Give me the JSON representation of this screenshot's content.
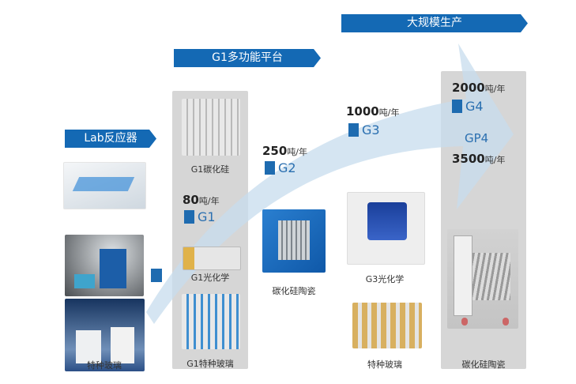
{
  "banners": {
    "lab": "Lab反应器",
    "g1_platform": "G1多功能平台",
    "mass_production": "大规模生产"
  },
  "lab_column": {
    "caption": "特种玻璃"
  },
  "g1_column": {
    "captions": [
      "G1碳化硅",
      "G1光化学",
      "G1特种玻璃"
    ],
    "capacity_value": "80",
    "capacity_unit": "吨/年",
    "generation": "G1"
  },
  "g2_column": {
    "capacity_value": "250",
    "capacity_unit": "吨/年",
    "generation": "G2",
    "caption": "碳化硅陶瓷"
  },
  "g3_column": {
    "capacity_value": "1000",
    "capacity_unit": "吨/年",
    "generation": "G3",
    "captions": [
      "G3光化学",
      "特种玻璃"
    ]
  },
  "g4_column": {
    "capacity_value": "2000",
    "capacity_unit": "吨/年",
    "generation": "G4",
    "generation2": "GP4",
    "capacity2_value": "3500",
    "capacity2_unit": "吨/年",
    "caption": "碳化硅陶瓷"
  },
  "colors": {
    "accent": "#1469b4",
    "panel": "#d6d6d6",
    "arrow": "#c7dcee"
  }
}
